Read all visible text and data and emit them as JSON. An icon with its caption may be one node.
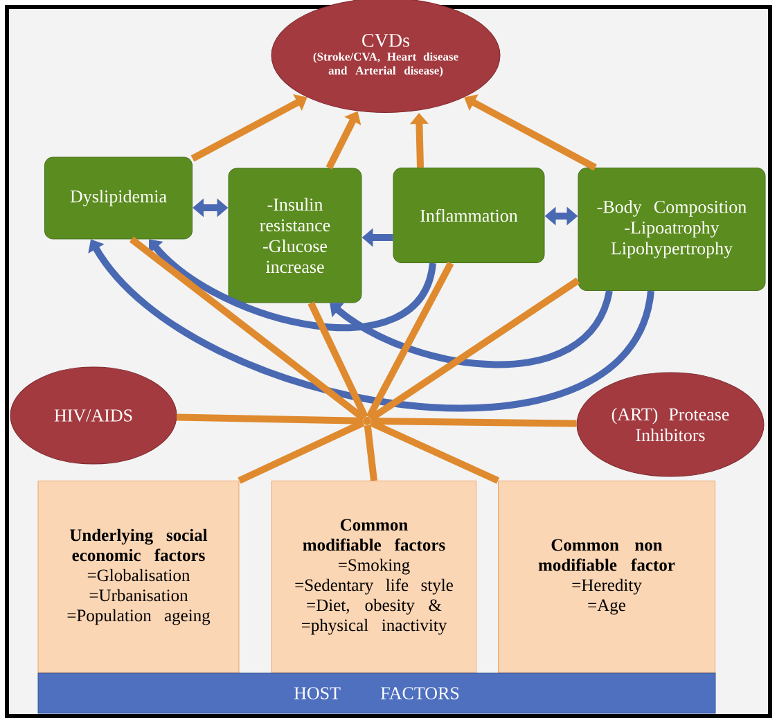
{
  "diagram": {
    "nodes": [
      {
        "text": [
          "CVDs",
          "(Stroke/CVA, Heart disease and Arterial disease)"
        ]
      },
      {
        "text": [
          "Dyslipidemia"
        ]
      },
      {
        "text": [
          "-Insulin resistance",
          "-Glucose increase"
        ]
      },
      {
        "text": [
          "Inflammation"
        ]
      },
      {
        "text": [
          "-Body Composition",
          "-Lipoatrophy Lipohypertrophy"
        ]
      },
      {
        "text": [
          "HIV/AIDS"
        ]
      },
      {
        "text": [
          "(ART) Protease Inhibitors"
        ]
      },
      {
        "text": [],
        "shape": "circle"
      },
      {
        "text": [
          "Underlying social economic factors",
          "=Globalisation",
          "=Urbanisation",
          "=Population ageing"
        ]
      },
      {
        "text": [
          "Common modifiable factors",
          "=Smoking",
          "=Sedentary life style",
          "=Diet, obesity &",
          "=physical inactivity"
        ]
      },
      {
        "text": [
          "Common non modifiable factor",
          "=Heredity",
          "=Age"
        ]
      },
      {
        "text": [
          "HOST FACTORS"
        ]
      }
    ],
    "edges": [
      {
        "from": 1,
        "to": 0,
        "arrow": "to"
      },
      {
        "from": 2,
        "to": 0,
        "arrow": "to"
      },
      {
        "from": 3,
        "to": 0,
        "arrow": "to"
      },
      {
        "from": 4,
        "to": 0,
        "arrow": "to"
      },
      {
        "from": 2,
        "to": 1,
        "arrow": "both",
        "color": "#4a69b3"
      },
      {
        "from": 3,
        "to": 2,
        "arrow": "to",
        "color": "#4a69b3"
      },
      {
        "from": 3,
        "to": 4,
        "arrow": "both",
        "color": "#4a69b3"
      },
      {
        "from": 3,
        "to": 1,
        "arrow": "to",
        "color": "#4a69b3"
      },
      {
        "from": 4,
        "to": 2,
        "arrow": "to",
        "color": "#4a69b3"
      },
      {
        "from": 4,
        "to": 1,
        "arrow": "to",
        "color": "#4a69b3"
      },
      {
        "from": 7,
        "to": 5,
        "arrow": "none"
      },
      {
        "from": 7,
        "to": 6,
        "arrow": "none"
      },
      {
        "from": 7,
        "to": 1,
        "arrow": "none"
      },
      {
        "from": 7,
        "to": 2,
        "arrow": "none"
      },
      {
        "from": 7,
        "to": 3,
        "arrow": "none"
      },
      {
        "from": 7,
        "to": 4,
        "arrow": "none"
      },
      {
        "from": 7,
        "to": 8,
        "arrow": "none"
      },
      {
        "from": 7,
        "to": 9,
        "arrow": "none"
      },
      {
        "from": 7,
        "to": 10,
        "arrow": "none"
      }
    ]
  }
}
